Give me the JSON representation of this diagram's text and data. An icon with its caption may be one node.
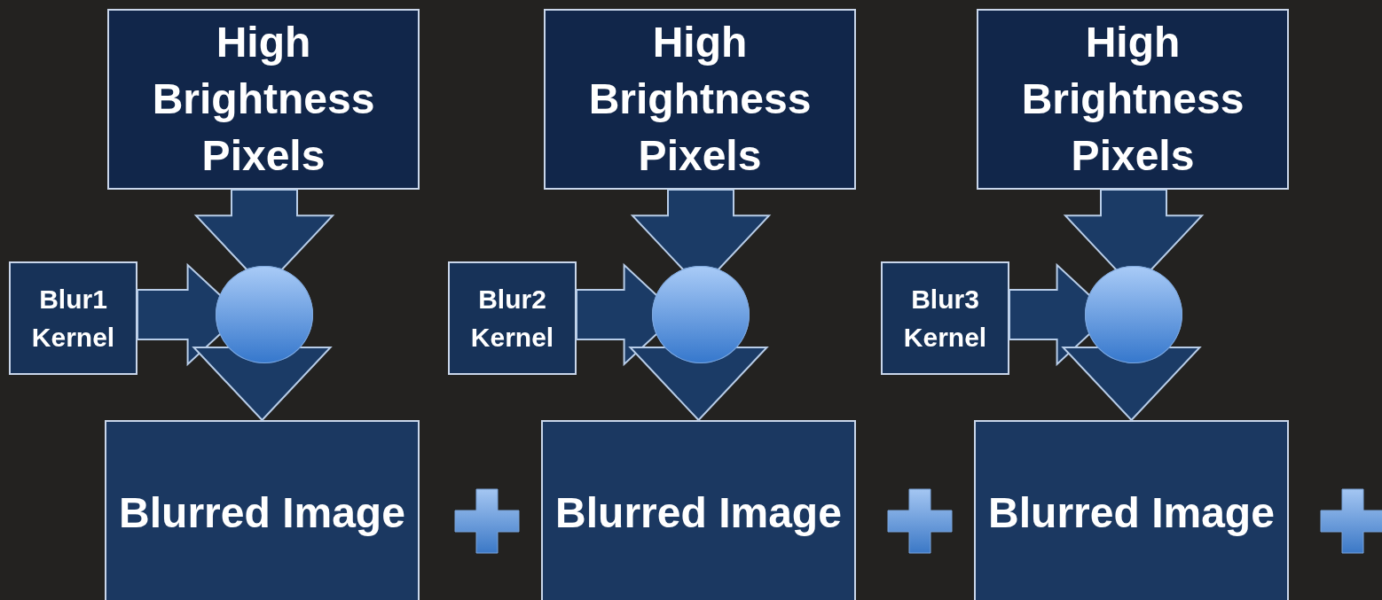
{
  "diagram": {
    "nodes": [
      {
        "text": [
          "High Brightness Pixels"
        ]
      },
      {
        "text": [
          "High Brightness Pixels"
        ]
      },
      {
        "text": [
          "High Brightness Pixels"
        ]
      },
      {
        "text": [
          "Blur1 Kernel"
        ]
      },
      {
        "text": [],
        "shape": "circle"
      },
      {
        "text": [
          "Blur2 Kernel"
        ]
      },
      {
        "text": [],
        "shape": "circle"
      },
      {
        "text": [
          "Blur3 Kernel"
        ]
      },
      {
        "text": [],
        "shape": "circle"
      },
      {
        "text": [
          "Blurred Image"
        ]
      },
      {
        "text": [
          "Blurred Image"
        ]
      },
      {
        "text": [
          "Blurred Image"
        ]
      }
    ],
    "edges": [
      {
        "from": 0,
        "to": 4,
        "arrow": "to"
      },
      {
        "from": 3,
        "to": 4,
        "arrow": "to"
      },
      {
        "from": 4,
        "to": 9,
        "arrow": "to"
      },
      {
        "from": 1,
        "to": 6,
        "arrow": "to"
      },
      {
        "from": 5,
        "to": 6,
        "arrow": "to"
      },
      {
        "from": 6,
        "to": 10,
        "arrow": "to"
      },
      {
        "from": 2,
        "to": 8,
        "arrow": "to"
      },
      {
        "from": 7,
        "to": 8,
        "arrow": "to"
      },
      {
        "from": 8,
        "to": 11,
        "arrow": "to"
      }
    ]
  }
}
